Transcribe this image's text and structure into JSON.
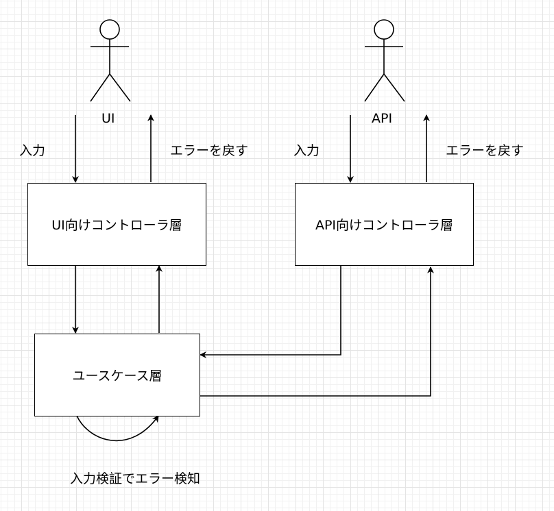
{
  "actors": {
    "ui": {
      "label": "UI"
    },
    "api": {
      "label": "API"
    }
  },
  "boxes": {
    "ui_controller": "UI向けコントローラ層",
    "api_controller": "API向けコントローラ層",
    "usecase": "ユースケース層"
  },
  "edge_labels": {
    "ui_input": "入力",
    "ui_error": "エラーを戻す",
    "api_input": "入力",
    "api_error": "エラーを戻す",
    "validation": "入力検証でエラー検知"
  }
}
